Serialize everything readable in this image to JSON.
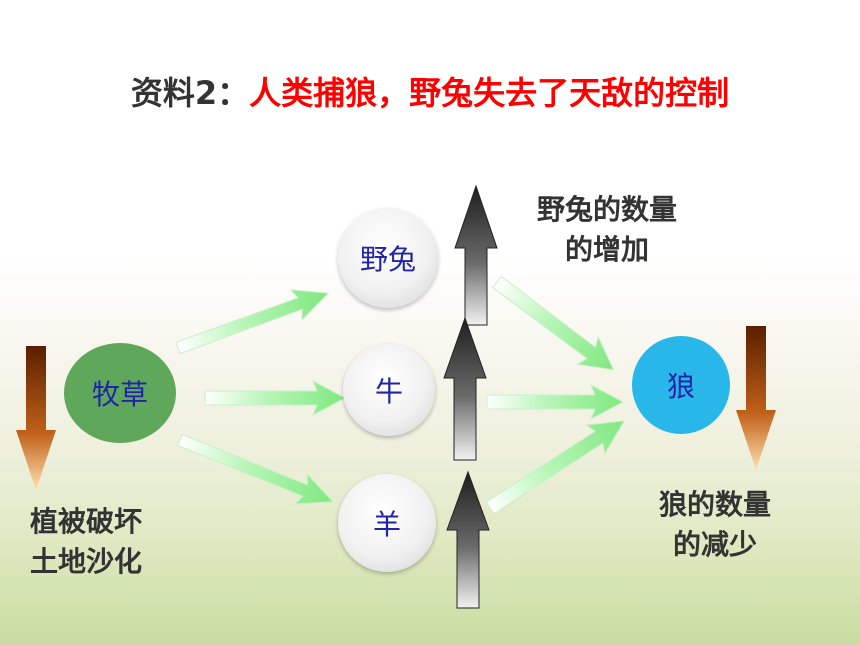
{
  "title": {
    "prefix": "资料2：",
    "main": "人类捕狼，野兔失去了天敌的控制"
  },
  "nodes": {
    "grass": "牧草",
    "rabbit": "野兔",
    "cow": "牛",
    "sheep": "羊",
    "wolf": "狼"
  },
  "labels": {
    "rabbit_up_1": "野兔的数量",
    "rabbit_up_2": "的增加",
    "wolf_down_1": "狼的数量",
    "wolf_down_2": "的减少",
    "grass_down_1": "植被破坏",
    "grass_down_2": "土地沙化"
  },
  "colors": {
    "title_main": "#ff0000",
    "node_text": "#1f24a8",
    "grass_node": "#5fa75a",
    "wolf_node": "#29b7ea",
    "flow_arrow": "#8fee8f",
    "up_arrow": "#3c3c3c",
    "down_arrow": "#b04010"
  }
}
